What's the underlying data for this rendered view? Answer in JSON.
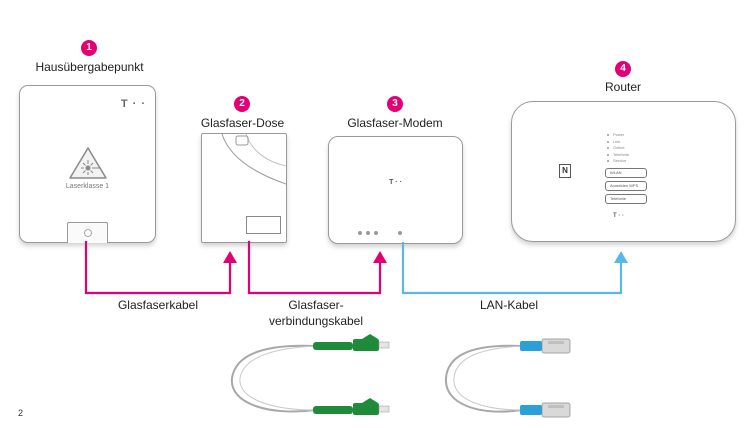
{
  "steps": [
    {
      "number": "1",
      "title": "Hausübergabepunkt"
    },
    {
      "number": "2",
      "title": "Glasfaser-Dose"
    },
    {
      "number": "3",
      "title": "Glasfaser-Modem"
    },
    {
      "number": "4",
      "title": "Router"
    }
  ],
  "devices": {
    "hup": {
      "laser_label": "Laserklasse 1",
      "brand_mark": "T · ·"
    },
    "modem": {
      "brand_mark": "T · ·"
    },
    "router": {
      "brand_mark": "T · ·",
      "nfc_mark": "N",
      "status_leds": [
        "Power",
        "Link",
        "Online",
        "Telefonie",
        "Service"
      ],
      "buttons": [
        "WLAN",
        "Anmelden WPS",
        "Telefonie"
      ]
    }
  },
  "cables": {
    "glasfaserkabel": "Glasfaserkabel",
    "verbindungskabel_line1": "Glasfaser-",
    "verbindungskabel_line2": "verbindungskabel",
    "lan": "LAN-Kabel"
  },
  "colors": {
    "magenta": "#e20074",
    "lan_blue": "#5bb8e6",
    "connector_green": "#1f8a3a",
    "connector_blue": "#2a9fd8"
  },
  "page_number": "2"
}
